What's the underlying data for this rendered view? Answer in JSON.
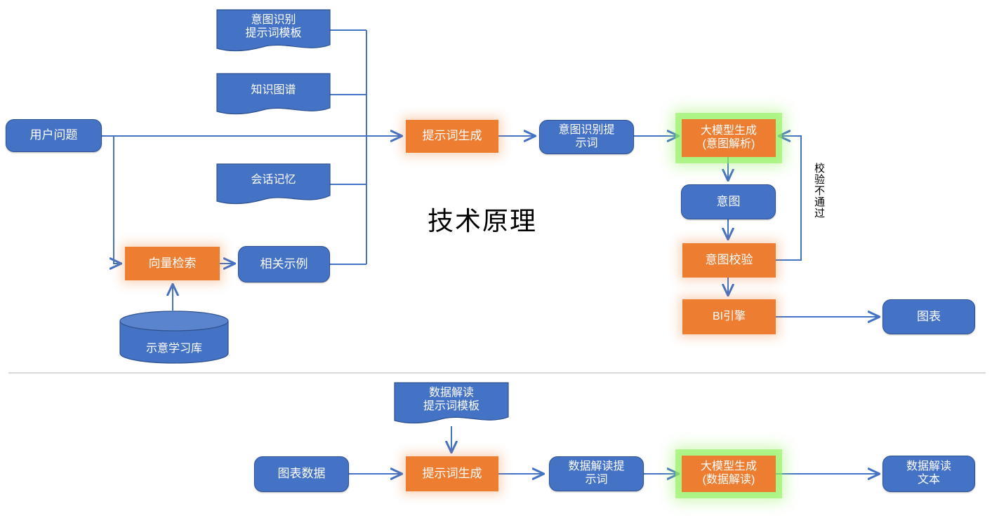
{
  "title": "技术原理",
  "colors": {
    "blue": "#4472C4",
    "blue_border": "#2F528F",
    "orange": "#ED7D31",
    "green_glow": "#92F05E",
    "line": "#4472C4",
    "divider": "#D9D9D9",
    "text_on_shape": "#FFFFFF",
    "title_text": "#000000"
  },
  "top_flow": {
    "nodes": {
      "user_question": {
        "label": "用户问题",
        "shape": "rounded-rect",
        "color": "blue"
      },
      "intent_prompt_template": {
        "label": "意图识别\n提示词模板",
        "shape": "document",
        "color": "blue"
      },
      "knowledge_graph": {
        "label": "知识图谱",
        "shape": "document",
        "color": "blue"
      },
      "session_memory": {
        "label": "会话记忆",
        "shape": "document",
        "color": "blue"
      },
      "vector_search": {
        "label": "向量检索",
        "shape": "rect",
        "color": "orange"
      },
      "related_examples": {
        "label": "相关示例",
        "shape": "rounded-rect",
        "color": "blue"
      },
      "sample_library": {
        "label": "示意学习库",
        "shape": "cylinder",
        "color": "blue"
      },
      "prompt_generation": {
        "label": "提示词生成",
        "shape": "rect",
        "color": "orange"
      },
      "intent_prompt": {
        "label": "意图识别提\n示词",
        "shape": "rounded-rect",
        "color": "blue"
      },
      "llm_intent": {
        "label": "大模型生成\n(意图解析)",
        "shape": "rect",
        "color": "orange",
        "highlight": "green-glow"
      },
      "intent": {
        "label": "意图",
        "shape": "rounded-rect",
        "color": "blue"
      },
      "intent_validation": {
        "label": "意图校验",
        "shape": "rect",
        "color": "orange"
      },
      "bi_engine": {
        "label": "BI引擎",
        "shape": "rect",
        "color": "orange"
      },
      "chart": {
        "label": "图表",
        "shape": "rounded-rect",
        "color": "blue"
      }
    },
    "edge_labels": {
      "validation_failed": "校验不通过"
    }
  },
  "bottom_flow": {
    "nodes": {
      "interpret_prompt_template": {
        "label": "数据解读\n提示词模板",
        "shape": "document",
        "color": "blue"
      },
      "chart_data": {
        "label": "图表数据",
        "shape": "rounded-rect",
        "color": "blue"
      },
      "prompt_generation2": {
        "label": "提示词生成",
        "shape": "rect",
        "color": "orange"
      },
      "interpret_prompt": {
        "label": "数据解读提\n示词",
        "shape": "rounded-rect",
        "color": "blue"
      },
      "llm_interpret": {
        "label": "大模型生成\n(数据解读)",
        "shape": "rect",
        "color": "orange",
        "highlight": "green-glow"
      },
      "interpret_text": {
        "label": "数据解读\n文本",
        "shape": "rounded-rect",
        "color": "blue"
      }
    }
  }
}
